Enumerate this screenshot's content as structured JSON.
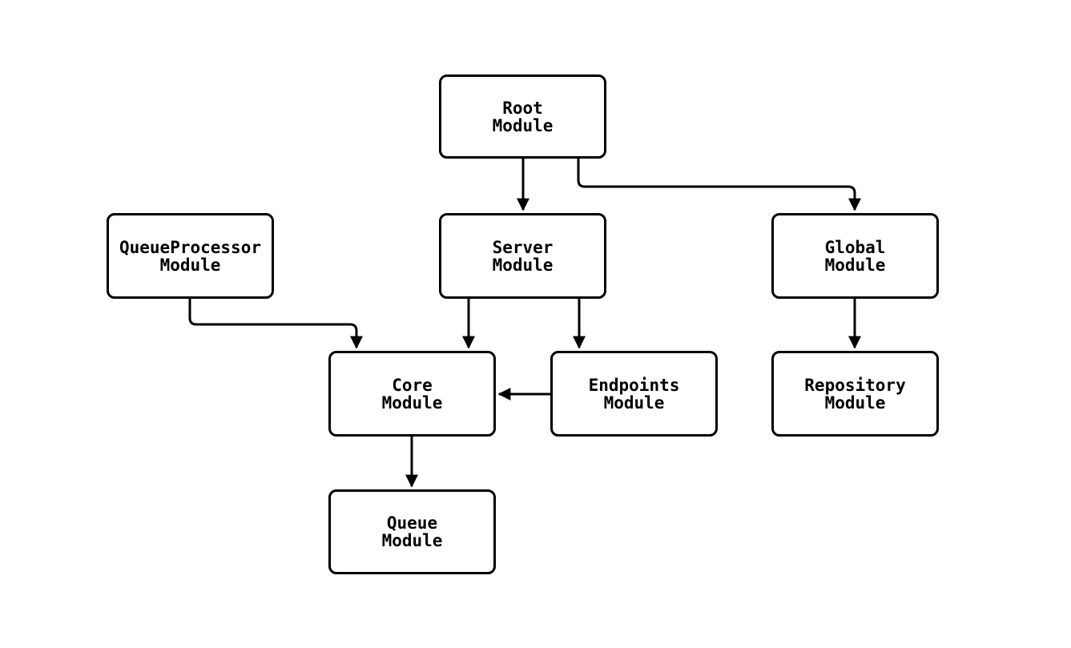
{
  "diagram": {
    "type": "module-dependency-graph",
    "background_color": "#ffffff",
    "stroke_color": "#000000",
    "nodes": {
      "root": {
        "label": "Root\nModule"
      },
      "queueprocessor": {
        "label": "QueueProcessor\nModule"
      },
      "server": {
        "label": "Server\nModule"
      },
      "global": {
        "label": "Global\nModule"
      },
      "core": {
        "label": "Core\nModule"
      },
      "endpoints": {
        "label": "Endpoints\nModule"
      },
      "repository": {
        "label": "Repository\nModule"
      },
      "queue": {
        "label": "Queue\nModule"
      }
    },
    "edges": [
      {
        "from": "Root Module",
        "to": "Server Module"
      },
      {
        "from": "Root Module",
        "to": "Global Module"
      },
      {
        "from": "QueueProcessor Module",
        "to": "Core Module"
      },
      {
        "from": "Server Module",
        "to": "Core Module"
      },
      {
        "from": "Server Module",
        "to": "Endpoints Module"
      },
      {
        "from": "Endpoints Module",
        "to": "Core Module"
      },
      {
        "from": "Global Module",
        "to": "Repository Module"
      },
      {
        "from": "Core Module",
        "to": "Queue Module"
      }
    ]
  }
}
